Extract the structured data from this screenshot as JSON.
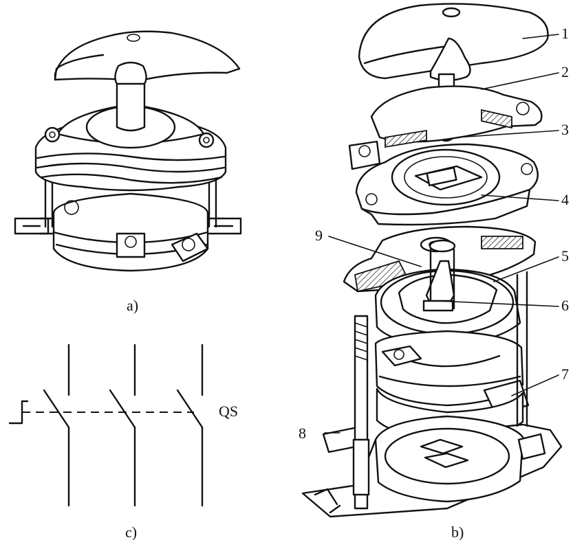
{
  "captions": {
    "a": "a)",
    "b": "b)",
    "c": "c)"
  },
  "schematic": {
    "symbol": "QS"
  },
  "callouts": [
    {
      "id": "1",
      "text": "1"
    },
    {
      "id": "2",
      "text": "2"
    },
    {
      "id": "3",
      "text": "3"
    },
    {
      "id": "4",
      "text": "4"
    },
    {
      "id": "5",
      "text": "5"
    },
    {
      "id": "6",
      "text": "6"
    },
    {
      "id": "7",
      "text": "7"
    },
    {
      "id": "8",
      "text": "8"
    },
    {
      "id": "9",
      "text": "9"
    }
  ]
}
